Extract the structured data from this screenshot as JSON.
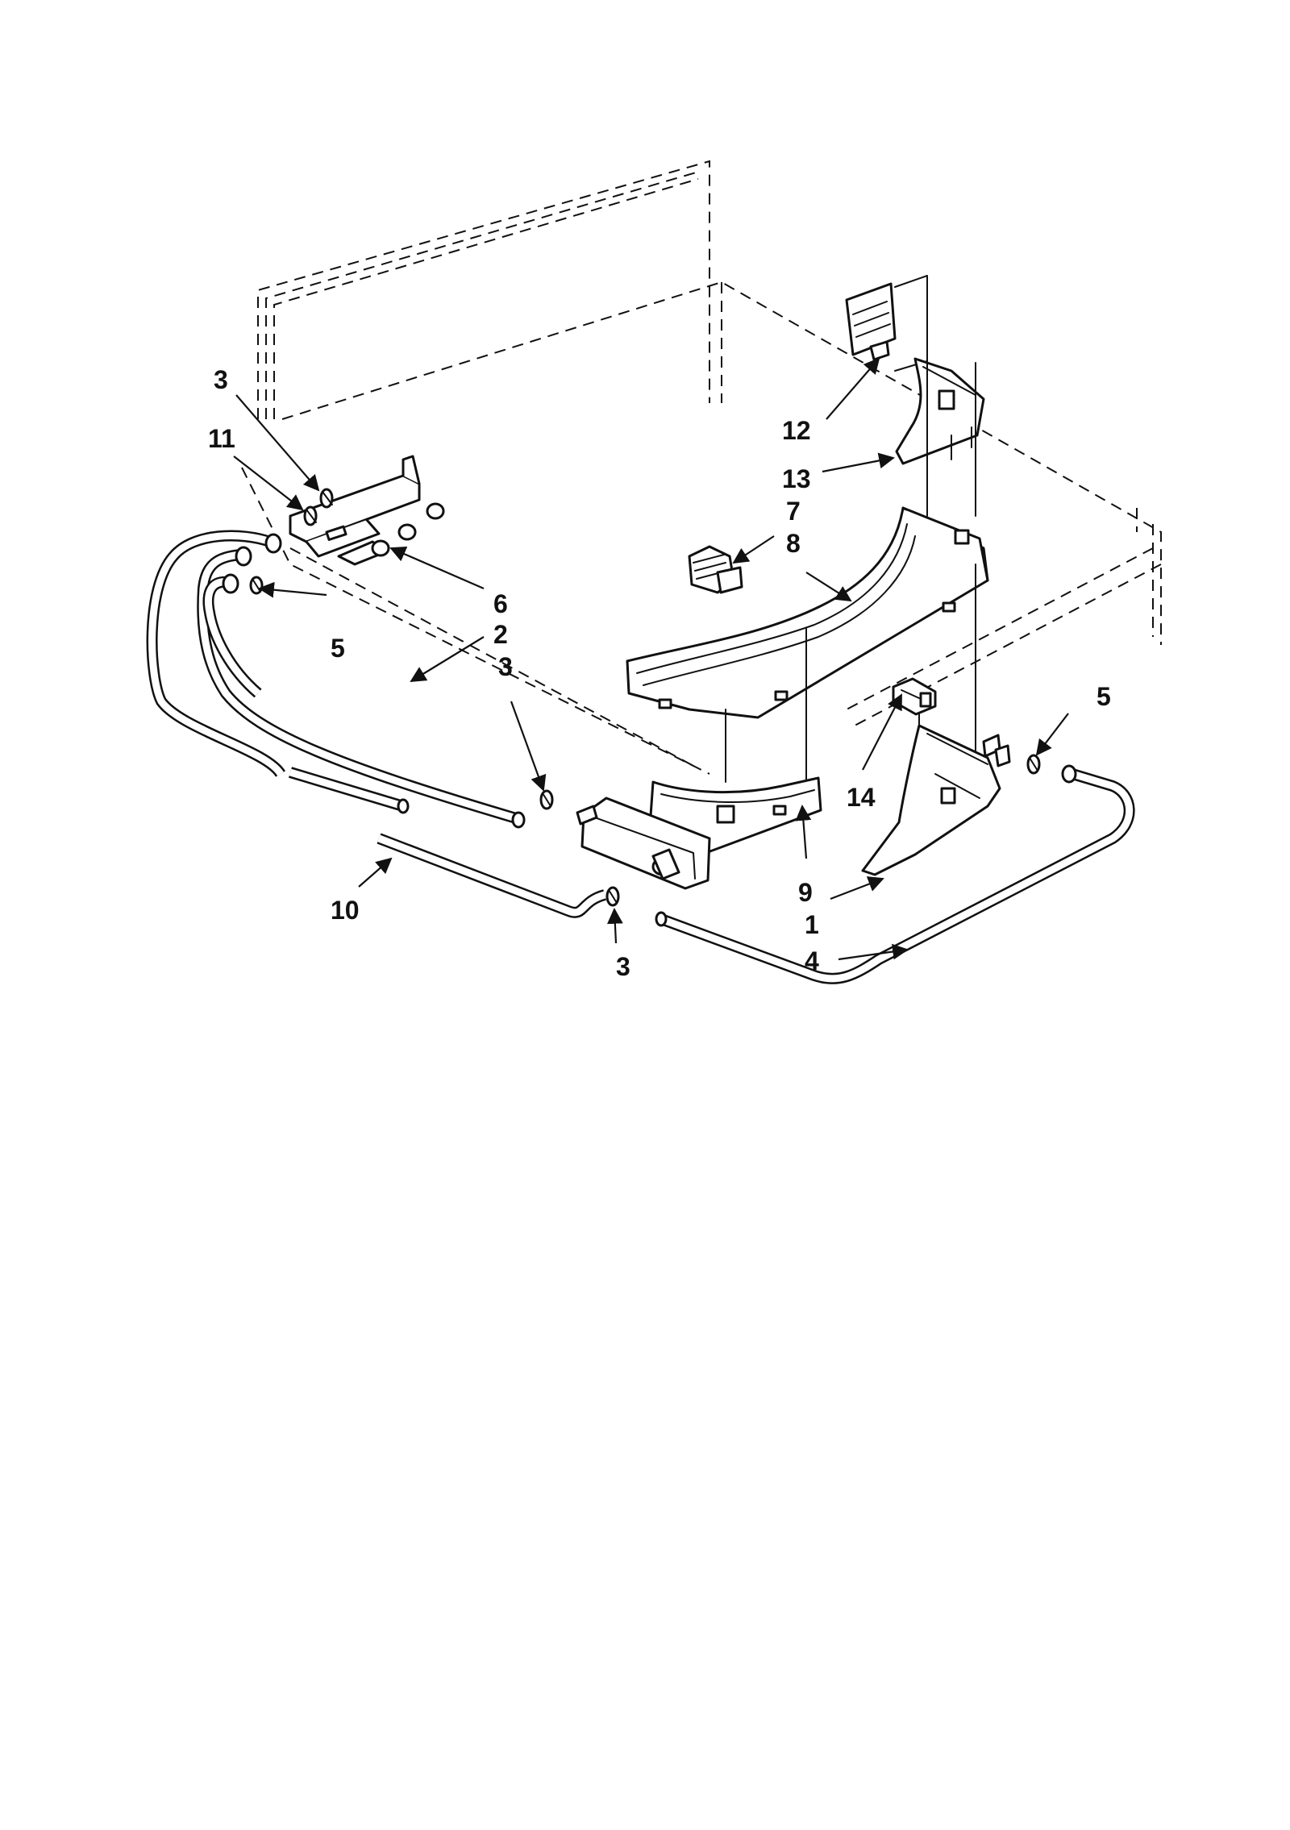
{
  "callouts": [
    {
      "id": "c1",
      "text": "1"
    },
    {
      "id": "c2",
      "text": "2"
    },
    {
      "id": "c3a",
      "text": "3"
    },
    {
      "id": "c3b",
      "text": "3"
    },
    {
      "id": "c3c",
      "text": "3"
    },
    {
      "id": "c4",
      "text": "4"
    },
    {
      "id": "c5a",
      "text": "5"
    },
    {
      "id": "c5b",
      "text": "5"
    },
    {
      "id": "c6",
      "text": "6"
    },
    {
      "id": "c7",
      "text": "7"
    },
    {
      "id": "c8",
      "text": "8"
    },
    {
      "id": "c9",
      "text": "9"
    },
    {
      "id": "c10",
      "text": "10"
    },
    {
      "id": "c11",
      "text": "11"
    },
    {
      "id": "c12",
      "text": "12"
    },
    {
      "id": "c13",
      "text": "13"
    },
    {
      "id": "c14",
      "text": "14"
    }
  ]
}
